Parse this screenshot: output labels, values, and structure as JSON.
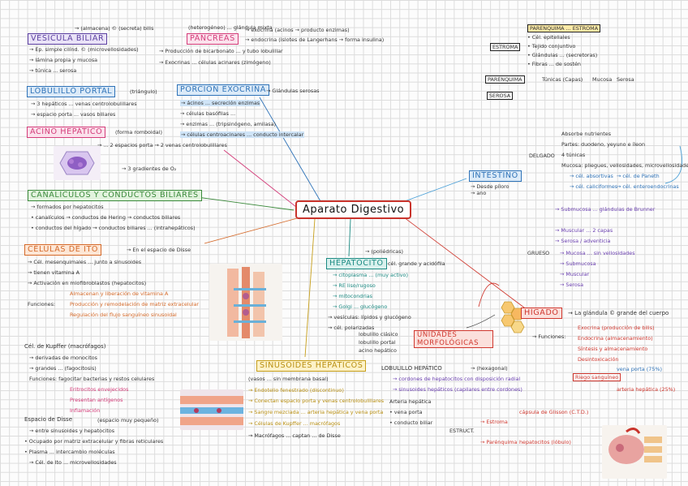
{
  "center": {
    "title": "Aparato Digestivo"
  },
  "vesicula": {
    "title": "VESICULA BILIAR",
    "lines": [
      "→ (almacena) © (secreta) bilis",
      "→ Ep. simple cilínd. © (microvellosidades)",
      "→ lámina propia y mucosa",
      "→ túnica ... serosa"
    ]
  },
  "lobulillo_portal": {
    "title": "LOBULILLO PORTAL",
    "suffix": "(triángulo)",
    "lines": [
      "→ 3 hepáticos ... venas centrolobulillares",
      "→ espacio porta ... vasos biliares"
    ]
  },
  "acino": {
    "title": "ACINO HEPÁTICO",
    "suffix": "(forma romboidal)",
    "lines": [
      "→ ... 2 espacios porta → 2 venas centrolobulillares",
      "→ 3 gradientes de O₂"
    ]
  },
  "pancreas": {
    "title": "PÁNCREAS",
    "lines": [
      "(heterogéneo) ... glándula mixta",
      "→ exocrina (acinos → producto enzimas)",
      "→ endocrina (islotes de Langerhans → forma insulina)",
      "→ Producción de bicarbonato ... y tubo lobulillar",
      "→ Exocrinas ... células acinares (zimógeno)"
    ]
  },
  "porcion_exocrina": {
    "title": "PORCIÓN EXOCRINA",
    "lines": [
      "→ Glándulas serosas",
      "→ ácinos ... secreción enzimas",
      "→ células basófilas ...",
      "→ enzimas ... (tripsinógeno, amilasa)",
      "→ células centroacinares ... conducto intercalar"
    ]
  },
  "canaliculos": {
    "title": "CANALÍCULOS Y CONDUCTOS BILIARES",
    "lines": [
      "→ formados por hepatocitos",
      "• canalículos → conductos de Hering → conductos biliares",
      "• conductos del hígado → conductos biliares ... (intrahepáticos)"
    ]
  },
  "celulas_ito": {
    "title": "CÉLULAS DE ITO",
    "lines": [
      "→ En el espacio de Disse",
      "→ Cél. mesenquimales ... junto a sinusoides",
      "→ tienen vitamina A",
      "→ Activación en miofibroblastos (hepatocitos)"
    ],
    "functions_label": "Funciones:",
    "functions": [
      "Almacenan y liberación de vitamina A",
      "Producción y remodelación de matriz extracelular",
      "Regulación del flujo sanguíneo sinusoidal"
    ]
  },
  "kupffer": {
    "title": "Cél. de Kupffer (macrófagos)",
    "lines": [
      "→ derivadas de monocitos",
      "→ grandes ... (fagocitosis)",
      "Funciones: fagocitar bacterias y restos celulares",
      "Eritrocitos envejecidos",
      "Presentan antígenos",
      "Inflamación"
    ]
  },
  "disse": {
    "title": "Espacio de Disse",
    "suffix": "(espacio muy pequeño)",
    "lines": [
      "→ entre sinusoides y hepatocitos",
      "• Ocupado por matriz extracelular y fibras reticulares",
      "• Plasma ... intercambio moléculas",
      "→ Cél. de Ito ... microvellosidades"
    ]
  },
  "sinusoides": {
    "title": "SINUSOIDES HEPÁTICOS",
    "lines": [
      "(vasos ... sin membrana basal)",
      "→ Endotelio fenestrado (discontinuo)",
      "→ Conectan espacio porta y venas centrolobulillares",
      "→ Sangre mezclada ... arteria hepática y vena porta",
      "→ Células de Kupffer ... macrófagos",
      "→ Macrófagos ... captan ... de Disse"
    ]
  },
  "hepatocito": {
    "title": "HEPATOCITO",
    "suffix": "cél. grande y acidófila",
    "lines": [
      "→ (poliédricas)",
      "→ citoplasma ... (muy activo)",
      "→ RE liso/rugoso",
      "→ mitocondrias",
      "→ Golgi ... glucógeno",
      "→ vesículas: lípidos y glucógeno",
      "→ cél. polarizadas"
    ]
  },
  "unidades": {
    "title": "UNIDADES MORFOLÓGICAS",
    "lines": [
      "lobulillo clásico",
      "lobulillo portal",
      "acino hepático"
    ]
  },
  "lobulillo_hepatico": {
    "title": "LOBULILLO HEPÁTICO",
    "lines": [
      "→ (hexagonal)",
      "→ cordones de hepatocitos con disposición radial",
      "→ sinusoides hepáticos (capilares entre cordones)",
      "Arteria hepática",
      "• vena porta",
      "• conducto biliar"
    ]
  },
  "higado": {
    "title": "HÍGADO",
    "lines": [
      "→ La glándula © grande del cuerpo",
      "→ Funciones:",
      "Exocrina (producción de bilis)",
      "Endocrina (almacenamiento)",
      "Síntesis y almacenamiento",
      "Desintoxicación"
    ],
    "riego_label": "Riego sanguíneo",
    "riego": [
      "vena porta (75%)",
      "arteria hepática (25%)"
    ],
    "estructura_label": "ESTRUCT.",
    "estructura": [
      "→ Estroma",
      "→ Parénquima",
      "cápsula de Glisson (C.T.D.)",
      "hepatocitos (lóbulo)"
    ]
  },
  "intestino": {
    "title": "INTESTINO",
    "delgado_label": "DELGADO",
    "grueso_label": "GRUESO",
    "desde": "→ Desde píloro → ano",
    "delgado": [
      "Absorbe nutrientes",
      "Partes: duodeno, yeyuno e íleon",
      "4 túnicas",
      "Mucosa: pliegues, vellosidades, microvellosidades y criptas",
      "→ cél. absortivas",
      "→ cél. caliciformes",
      "→ cél. de Paneth",
      "→ cél. enteroendocrinas",
      "→ Submucosa ... glándulas de Brunner",
      "→ Muscular ... 2 capas",
      "→ Serosa / adventicia"
    ],
    "grueso": [
      "→ Mucosa ... sin vellosidades",
      "→ Submucosa",
      "→ Muscular",
      "→ Serosa"
    ]
  },
  "legend": {
    "rows": [
      "PARENQUIMA ... ESTROMA",
      "• Cél. epiteliales",
      "• Tejido conjuntivo",
      "• Glándulas ... (secretoras)",
      "• Fibras ... de sostén"
    ],
    "left_labels": [
      "ESTROMA",
      "PARENQUIMA",
      "SEROSA"
    ],
    "mid": [
      "Túnicas (Capas)",
      "Mucosa",
      "Serosa"
    ]
  },
  "colors": {
    "purple": "#5b3fa0",
    "pink": "#d43d7a",
    "blue": "#2f73b8",
    "red": "#d0382f",
    "green": "#3b8a3b",
    "orange": "#d56a2a",
    "teal": "#1b8a82",
    "gold": "#b98f10"
  },
  "icons": {
    "acino_image": "acinus-illustration",
    "ito_image": "liver-cells-illustration",
    "disse_image": "sinusoid-illustration",
    "hexagon_image": "hepatic-lobule-hexagons",
    "digestive_image": "digestive-system-illustration"
  }
}
